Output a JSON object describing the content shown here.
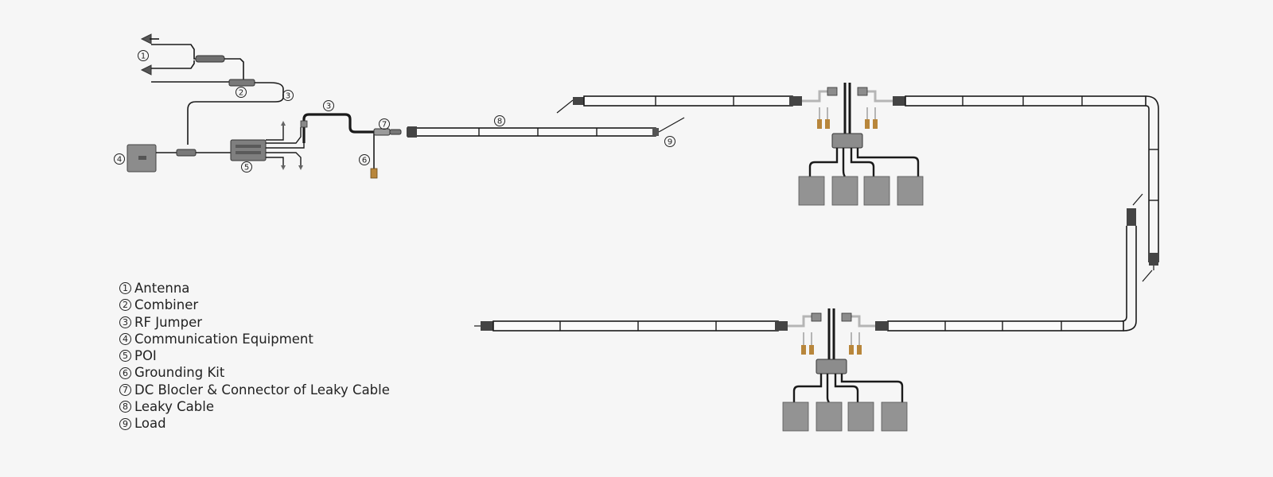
{
  "colors": {
    "background": "#f6f6f6",
    "cable": "#1a1a1a",
    "device": "#8c8c8c",
    "battery": "#939393",
    "jumper": "#b5b5b5",
    "copper": "#b8863b",
    "text": "#222222"
  },
  "labels": {
    "n1": "1",
    "n2": "2",
    "n3": "3",
    "n3b": "3",
    "n4": "4",
    "n5": "5",
    "n6": "6",
    "n7": "7",
    "n8": "8",
    "n9": "9"
  },
  "legend": [
    {
      "num": "1",
      "label": "Antenna"
    },
    {
      "num": "2",
      "label": "Combiner"
    },
    {
      "num": "3",
      "label": "RF Jumper"
    },
    {
      "num": "4",
      "label": "Communication Equipment"
    },
    {
      "num": "5",
      "label": "POI"
    },
    {
      "num": "6",
      "label": "Grounding Kit"
    },
    {
      "num": "7",
      "label": "DC Blocler & Connector of Leaky Cable"
    },
    {
      "num": "8",
      "label": "Leaky Cable"
    },
    {
      "num": "9",
      "label": "Load"
    }
  ]
}
